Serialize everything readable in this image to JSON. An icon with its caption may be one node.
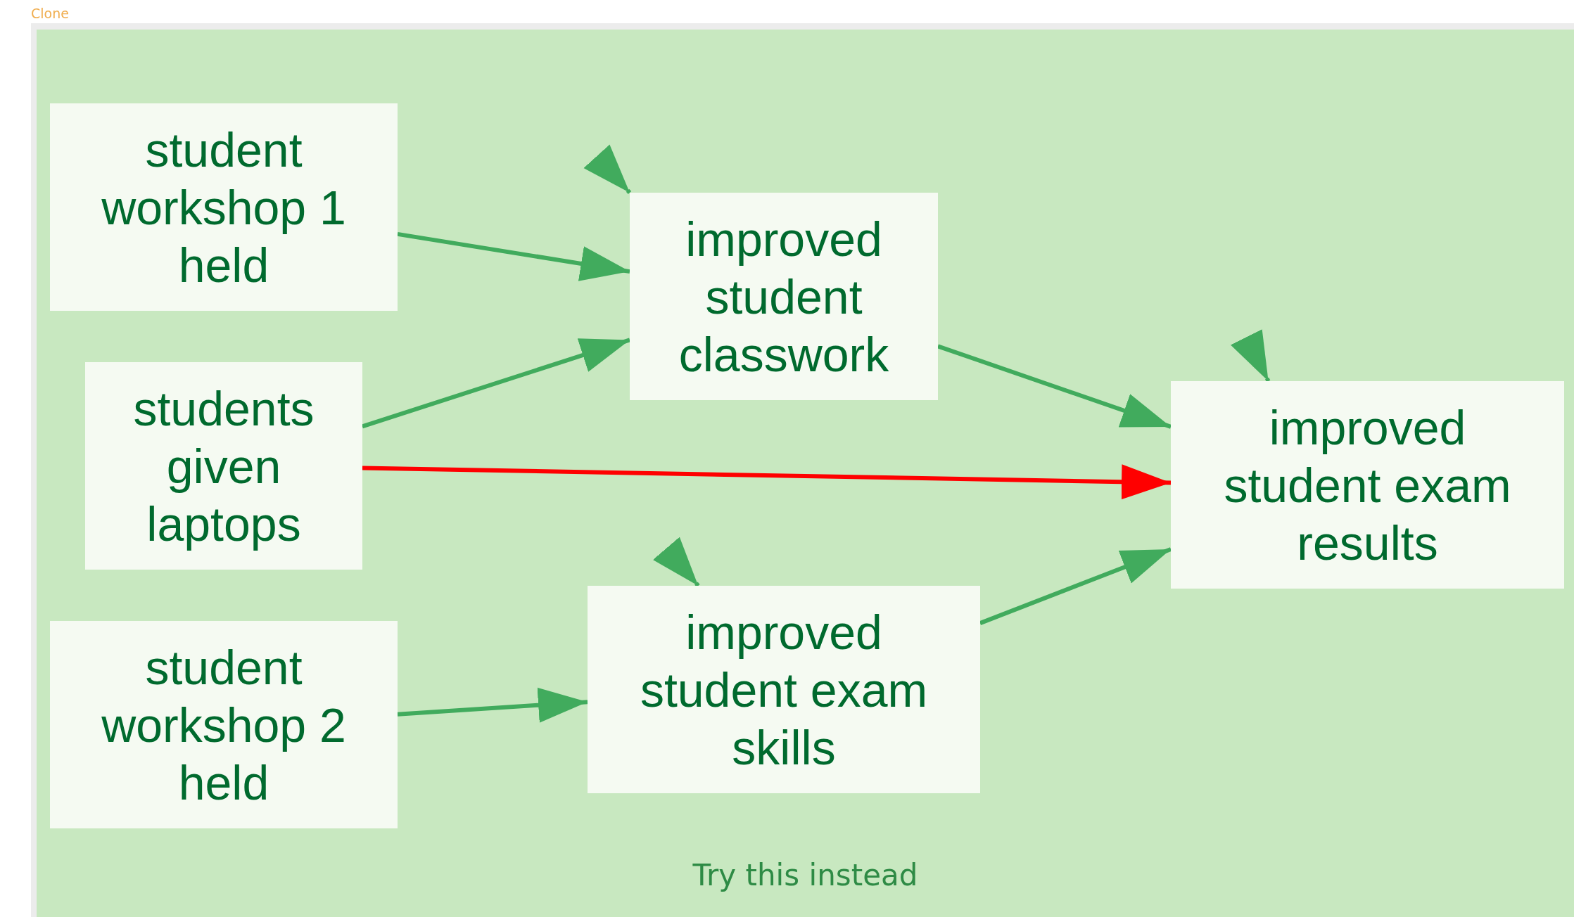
{
  "diagram": {
    "nodes": [
      {
        "text": [
          "Try this instead"
        ]
      },
      {
        "text": [
          "student workshop 1 held"
        ],
        "in": 0
      },
      {
        "text": [
          "students given laptops"
        ],
        "in": 0
      },
      {
        "text": [
          "student workshop 2 held"
        ],
        "in": 0
      },
      {
        "text": [
          "improved student classwork"
        ],
        "in": 0
      },
      {
        "text": [
          "improved student exam skills"
        ],
        "in": 0
      },
      {
        "text": [
          "improved student exam results"
        ],
        "in": 0
      }
    ],
    "edges": [
      {
        "from": 1,
        "to": 4,
        "arrow": "to"
      },
      {
        "from": 2,
        "to": 4,
        "arrow": "to"
      },
      {
        "from": 2,
        "to": 6,
        "arrow": "to",
        "color": "#ff0000"
      },
      {
        "from": 4,
        "to": 6,
        "arrow": "to"
      },
      {
        "from": 3,
        "to": 5,
        "arrow": "to"
      },
      {
        "from": 5,
        "to": 6,
        "arrow": "to"
      },
      {
        "from": null,
        "to": 4,
        "arrow": "to"
      },
      {
        "from": null,
        "to": 6,
        "arrow": "to"
      },
      {
        "from": null,
        "to": 5,
        "arrow": "to"
      }
    ],
    "labels": [
      "Clone"
    ]
  }
}
